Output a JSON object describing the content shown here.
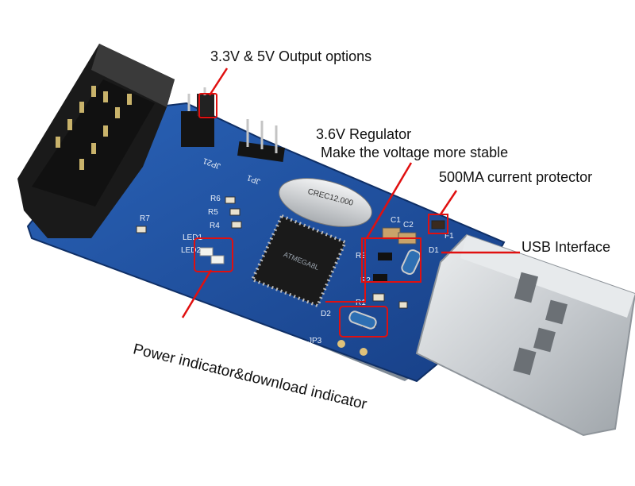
{
  "annotations": {
    "jumper_label": "3.3V & 5V Output options",
    "regulator_line1": "3.6V Regulator",
    "regulator_line2": "Make the voltage more stable",
    "current_label": "500MA current protector",
    "usb_label": "USB Interface",
    "power_label": "Power indicator&download indicator"
  },
  "silkscreen": {
    "jp21": "JP21",
    "jp1": "JP1",
    "jp3": "JP3",
    "r1": "R1",
    "r2": "R2",
    "r3": "R3",
    "r4": "R4",
    "r5": "R5",
    "r6": "R6",
    "r7": "R7",
    "c1": "C1",
    "c2": "C2",
    "d1": "D1",
    "d2": "D2",
    "f1": "F1",
    "led1": "LED1",
    "led2": "LED2",
    "crystal": "CREC12.000",
    "chip": "ATMEGA8L"
  },
  "colors": {
    "pcb": "#1c4f9e",
    "callout": "#e01010",
    "header": "#1a1a1a",
    "usb_metal": "#cfd3d6"
  }
}
